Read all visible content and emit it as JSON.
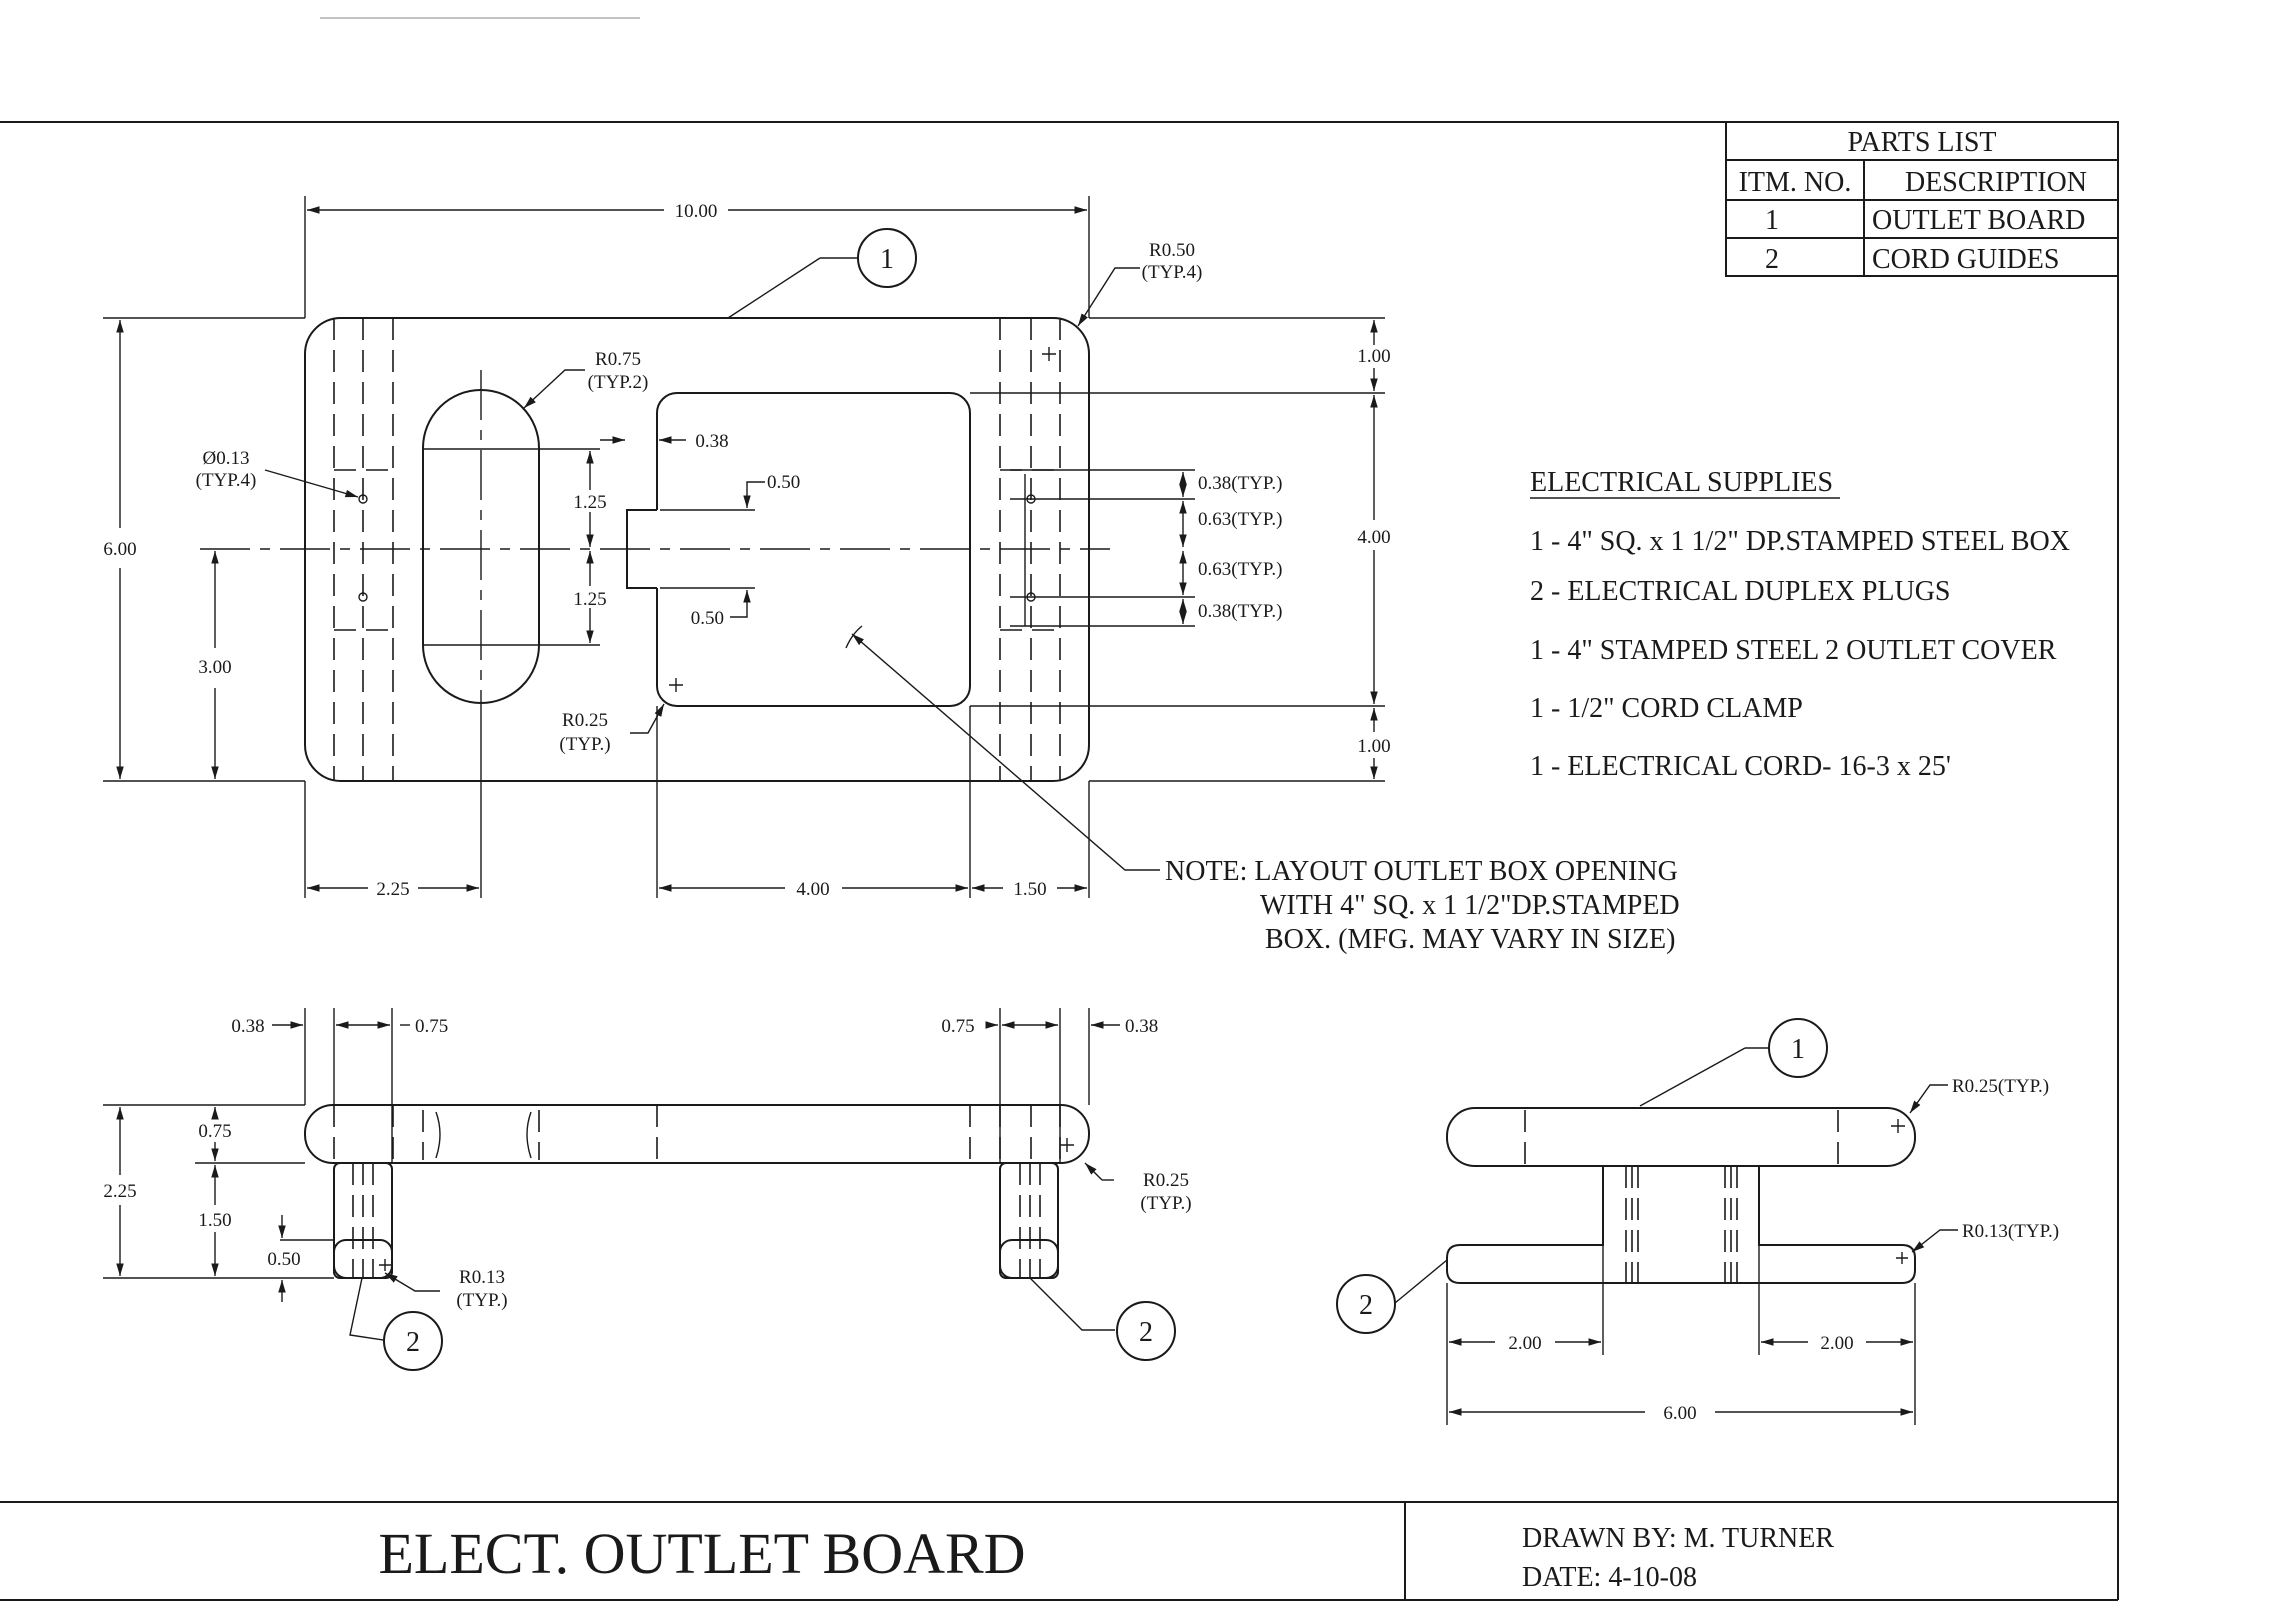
{
  "parts_list": {
    "title": "PARTS LIST",
    "headers": [
      "ITM. NO.",
      "DESCRIPTION"
    ],
    "rows": [
      {
        "item": "1",
        "description": "OUTLET BOARD"
      },
      {
        "item": "2",
        "description": "CORD GUIDES"
      }
    ]
  },
  "supplies": {
    "heading": "ELECTRICAL SUPPLIES",
    "items": [
      "1 - 4\" SQ. x 1 1/2\" DP.STAMPED STEEL BOX",
      "2 - ELECTRICAL DUPLEX PLUGS",
      "1 - 4\" STAMPED STEEL 2 OUTLET COVER",
      "1 - 1/2\" CORD CLAMP",
      "1 - ELECTRICAL CORD- 16-3 x 25'"
    ]
  },
  "note": {
    "line1": "NOTE: LAYOUT OUTLET BOX OPENING",
    "line2": "WITH 4\" SQ. x 1 1/2\"DP.STAMPED",
    "line3": "BOX.  (MFG. MAY VARY IN SIZE)"
  },
  "top_view": {
    "d_length": "10.00",
    "d_width": "6.00",
    "d_half": "3.00",
    "d_r050": "R0.50",
    "d_typ4": "(TYP.4)",
    "d_r075": "R0.75",
    "d_typ2": "(TYP.2)",
    "d_hole": "Ø0.13",
    "d_hole_typ": "(TYP.4)",
    "d_038": "0.38",
    "d_050a": "0.50",
    "d_050b": "0.50",
    "d_125a": "1.25",
    "d_125b": "1.25",
    "d_r025": "R0.25",
    "d_typ": "(TYP.)",
    "d_100a": "1.00",
    "d_400v": "4.00",
    "d_100b": "1.00",
    "d_038t1": "0.38(TYP.)",
    "d_063t1": "0.63(TYP.)",
    "d_063t2": "0.63(TYP.)",
    "d_038t2": "0.38(TYP.)",
    "d_225": "2.25",
    "d_400h": "4.00",
    "d_150": "1.50",
    "balloon": "1"
  },
  "front_view": {
    "d_038l": "0.38",
    "d_075l": "0.75",
    "d_075r": "0.75",
    "d_038r": "0.38",
    "d_075v": "0.75",
    "d_225v": "2.25",
    "d_150v": "1.50",
    "d_050v": "0.50",
    "d_r013": "R0.13",
    "d_typ_a": "(TYP.)",
    "d_r025": "R0.25",
    "d_typ_b": "(TYP.)",
    "balloon_l": "2",
    "balloon_r": "2"
  },
  "side_view": {
    "balloon1": "1",
    "balloon2": "2",
    "d_r025": "R0.25(TYP.)",
    "d_r013": "R0.13(TYP.)",
    "d_200l": "2.00",
    "d_200r": "2.00",
    "d_600": "6.00"
  },
  "title_block": {
    "title": "ELECT. OUTLET BOARD",
    "drawn_by": "DRAWN BY: M. TURNER",
    "date": "DATE: 4-10-08"
  }
}
